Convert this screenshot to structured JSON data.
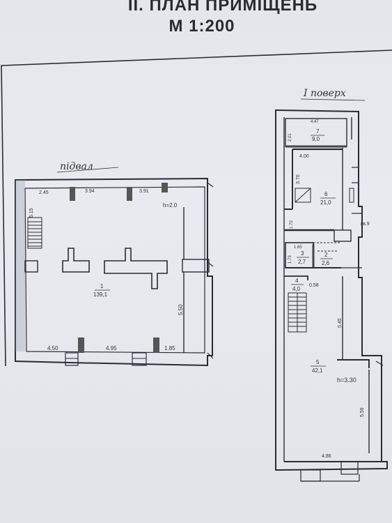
{
  "header": {
    "title": "II. ПЛАН ПРИМІЩЕНЬ",
    "scale": "М 1:200"
  },
  "basement": {
    "label": "підвал",
    "room_number": "1",
    "room_area": "139,1",
    "height": "h=2.0",
    "dims_top": [
      "2.45",
      "3.94",
      "3.91"
    ],
    "dim_left": "5.15",
    "dim_right": "5.50",
    "dims_bottom": [
      "4.50",
      "4.95",
      "1.85"
    ]
  },
  "first_floor": {
    "label": "I поверх",
    "height": "h=3.30",
    "entrance_label": "кв.9",
    "rooms": [
      {
        "number": "7",
        "area": "9,0"
      },
      {
        "number": "6",
        "area": "21,0"
      },
      {
        "number": "3",
        "area": "2,7"
      },
      {
        "number": "2",
        "area": "2,6"
      },
      {
        "number": "4",
        "area": "4,0"
      },
      {
        "number": "5",
        "area": "42,1"
      }
    ],
    "dims": {
      "r7_top": "4.47",
      "r7_left": "2.01",
      "r6_top": "4.00",
      "r6_left": "3.70",
      "r6_left2": "1.70",
      "r3_top": "1.65",
      "r3_left": "1.73",
      "r4_right": "0.58",
      "r5_mid": "5.45",
      "r5_lower": "5.59",
      "bottom": "4.86"
    }
  }
}
